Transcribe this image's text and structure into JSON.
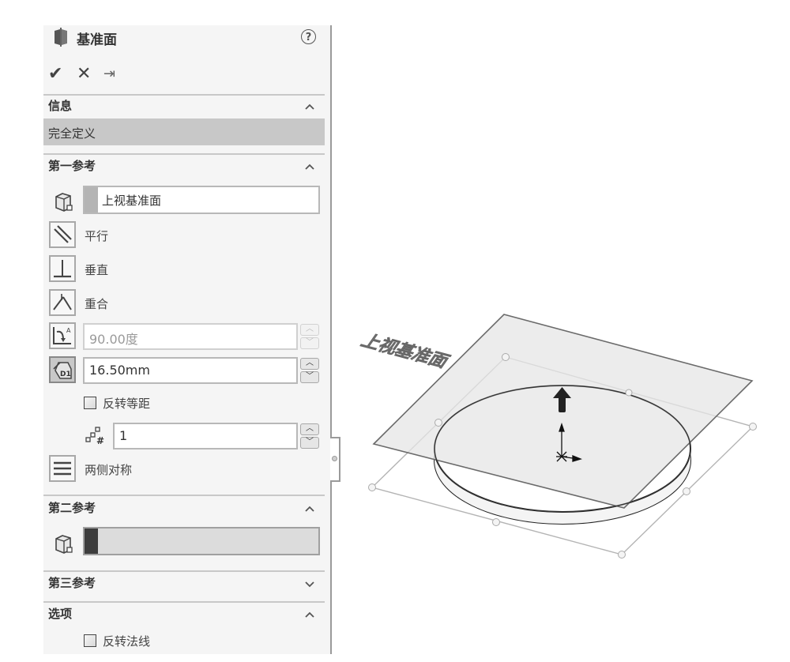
{
  "panel": {
    "title": "基准面",
    "help_icon": "?",
    "actions": {
      "ok_icon": "✔",
      "cancel_icon": "✕",
      "pin_icon": "⇥"
    },
    "sections": {
      "info": {
        "title": "信息",
        "chevron": "^",
        "status": "完全定义"
      },
      "first_reference": {
        "title": "第一参考",
        "chevron": "^",
        "selection": "上视基准面",
        "constraints": [
          {
            "label": "平行",
            "icon": "parallel-icon"
          },
          {
            "label": "垂直",
            "icon": "perpendicular-icon"
          },
          {
            "label": "重合",
            "icon": "coincident-icon"
          }
        ],
        "angle": {
          "value": "90.00度",
          "enabled": false
        },
        "distance": {
          "value": "16.50mm",
          "enabled": true
        },
        "flip_offset": {
          "label": "反转等距",
          "checked": false
        },
        "plane_count": {
          "value": "1"
        },
        "mid_plane": {
          "label": "两侧对称"
        }
      },
      "second_reference": {
        "title": "第二参考",
        "chevron": "^",
        "selection": ""
      },
      "third_reference": {
        "title": "第三参考",
        "chevron": "v"
      },
      "options": {
        "title": "选项",
        "chevron": "^",
        "flip_normal": {
          "label": "反转法线",
          "checked": false
        }
      }
    }
  },
  "viewport": {
    "plane_label": "上视基准面",
    "colors": {
      "plane_fill": "#ececec",
      "plane_edge": "#6a6a6a",
      "preview_edge": "#b4b4b4",
      "model_edge": "#222222"
    }
  }
}
